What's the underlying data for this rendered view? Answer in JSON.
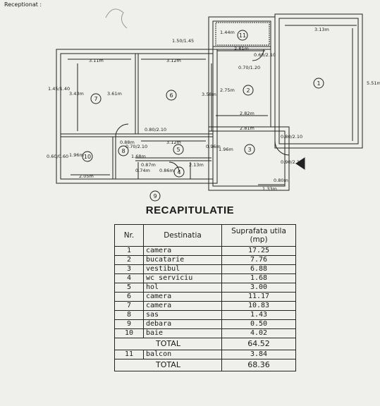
{
  "header_label": "Receptionat :",
  "section_title": "RECAPITULATIE",
  "table": {
    "columns": [
      "Nr.",
      "Destinatia",
      "Suprafata utila (mp)"
    ],
    "rows": [
      {
        "nr": "1",
        "name": "camera",
        "area": "17.25"
      },
      {
        "nr": "2",
        "name": "bucatarie",
        "area": "7.76"
      },
      {
        "nr": "3",
        "name": "vestibul",
        "area": "6.88"
      },
      {
        "nr": "4",
        "name": "wc serviciu",
        "area": "1.68"
      },
      {
        "nr": "5",
        "name": "hol",
        "area": "3.00"
      },
      {
        "nr": "6",
        "name": "camera",
        "area": "11.17"
      },
      {
        "nr": "7",
        "name": "camera",
        "area": "10.83"
      },
      {
        "nr": "8",
        "name": "sas",
        "area": "1.43"
      },
      {
        "nr": "9",
        "name": "debara",
        "area": "0.50"
      },
      {
        "nr": "10",
        "name": "baie",
        "area": "4.02"
      }
    ],
    "total1": {
      "label": "TOTAL",
      "area": "64.52"
    },
    "balcony": {
      "nr": "11",
      "name": "balcon",
      "area": "3.84"
    },
    "total2": {
      "label": "TOTAL",
      "area": "68.36"
    }
  },
  "plan": {
    "room_numbers": [
      "1",
      "2",
      "3",
      "4",
      "5",
      "6",
      "7",
      "8",
      "9",
      "10",
      "11"
    ],
    "dimensions": [
      "3.13m",
      "5.51m",
      "2.81m",
      "1.44m",
      "0.60/2.10",
      "0.70/1.20",
      "2.75m",
      "2.82m",
      "2.81m",
      "1.96m",
      "0.80/2.10",
      "0.90/2.10",
      "1.33m",
      "0.80m",
      "3.11m",
      "3.43m",
      "3.61m",
      "1.45/1.40",
      "3.12m",
      "3.58m",
      "0.80/2.10",
      "0.88m",
      "0.70/2.10",
      "1.96m",
      "2.05m",
      "0.60/0.60",
      "0.96m",
      "3.12m",
      "1.68m",
      "0.87m",
      "2.13m",
      "0.74m",
      "0.86m",
      "1.50/1.45"
    ]
  }
}
